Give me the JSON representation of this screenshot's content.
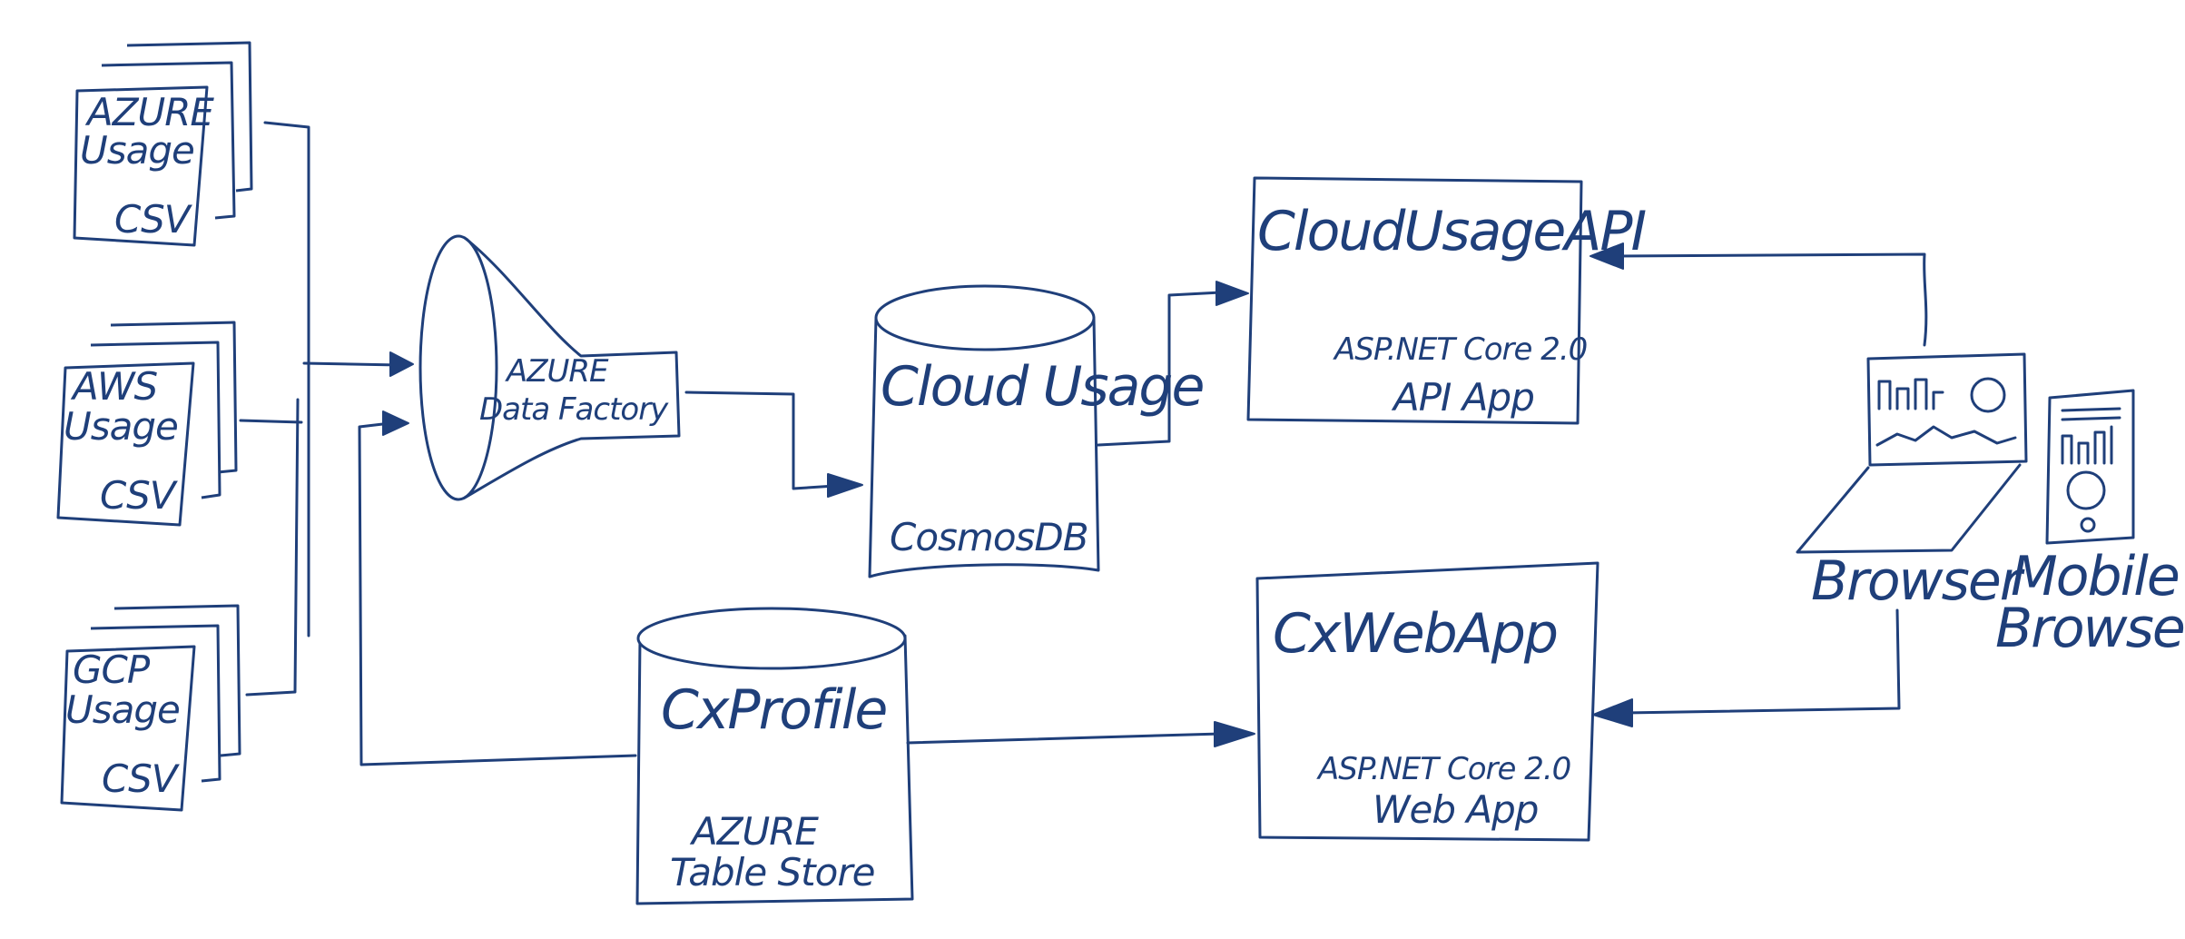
{
  "sources": [
    {
      "name": "azure-usage",
      "line1": "AZURE",
      "line2": "Usage",
      "format": "CSV"
    },
    {
      "name": "aws-usage",
      "line1": "AWS",
      "line2": "Usage",
      "format": "CSV"
    },
    {
      "name": "gcp-usage",
      "line1": "GCP",
      "line2": "Usage",
      "format": "CSV"
    }
  ],
  "data_factory": {
    "line1": "AZURE",
    "line2": "Data Factory"
  },
  "cloud_usage_db": {
    "title": "Cloud Usage",
    "subtitle": "CosmosDB"
  },
  "cx_profile_db": {
    "title": "CxProfile",
    "sub1": "AZURE",
    "sub2": "Table Store"
  },
  "api_app": {
    "title": "CloudUsageAPI",
    "sub1": "ASP.NET Core 2.0",
    "sub2": "API App"
  },
  "web_app": {
    "title": "CxWebApp",
    "sub1": "ASP.NET Core 2.0",
    "sub2": "Web App"
  },
  "clients": {
    "browser": "Browser",
    "mobile1": "Mobile",
    "mobile2": "Browser"
  },
  "colors": {
    "ink": "#1f3f7a",
    "background": "#ffffff"
  }
}
